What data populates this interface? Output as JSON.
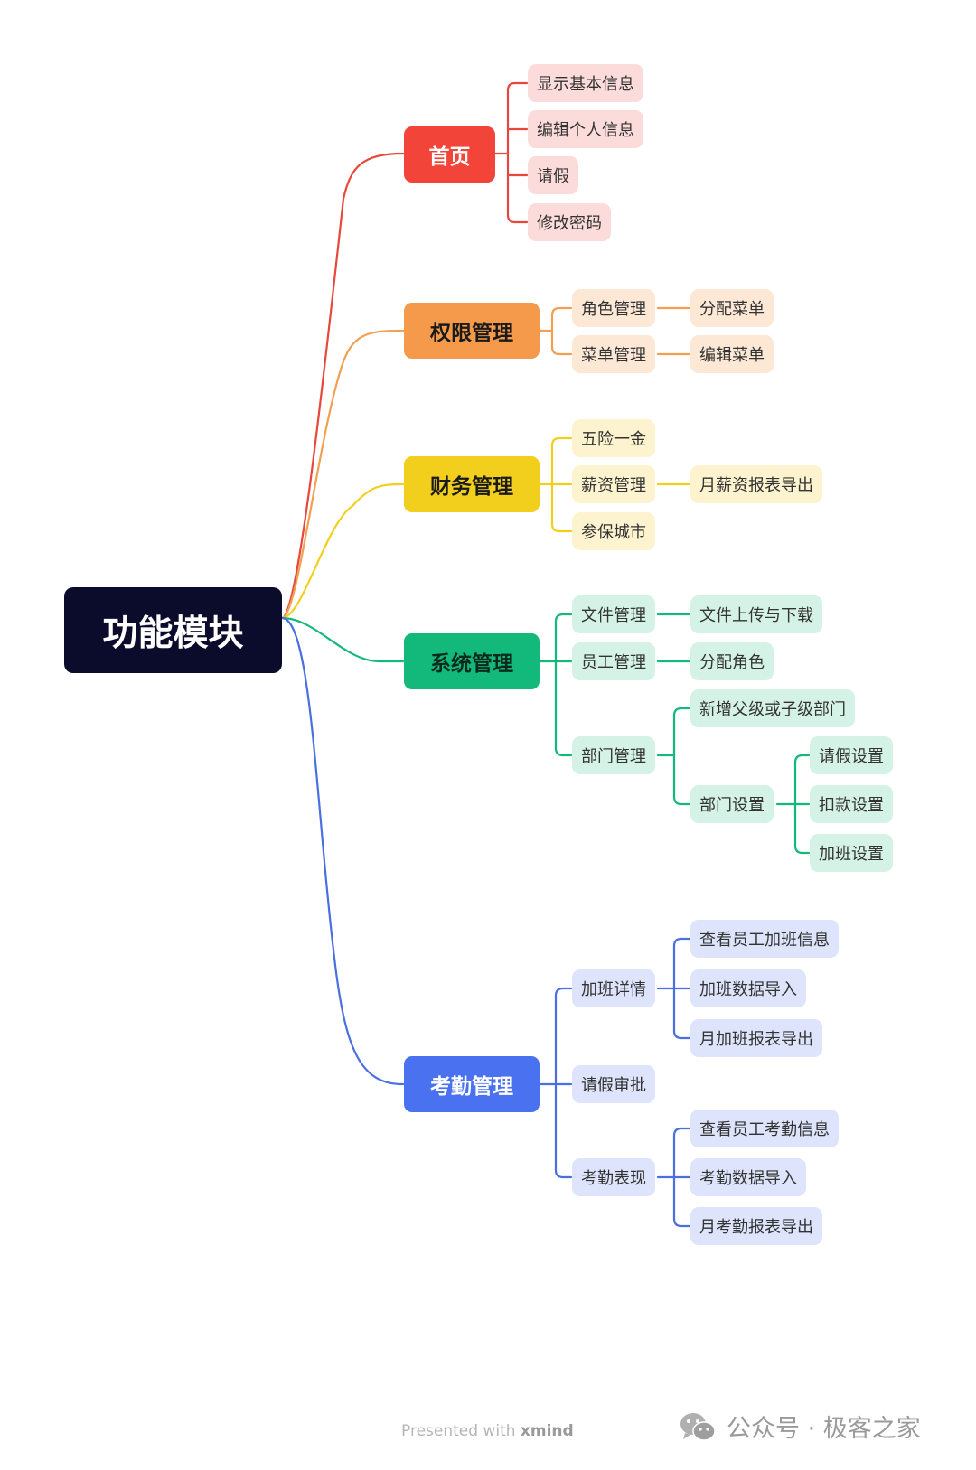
{
  "root": "功能模块",
  "branches": {
    "home": {
      "label": "首页",
      "items": [
        "显示基本信息",
        "编辑个人信息",
        "请假",
        "修改密码"
      ]
    },
    "permission": {
      "label": "权限管理",
      "role": "角色管理",
      "role_child": "分配菜单",
      "menu": "菜单管理",
      "menu_child": "编辑菜单"
    },
    "finance": {
      "label": "财务管理",
      "insurance": "五险一金",
      "salary": "薪资管理",
      "salary_child": "月薪资报表导出",
      "city": "参保城市"
    },
    "system": {
      "label": "系统管理",
      "file": "文件管理",
      "file_child": "文件上传与下载",
      "staff": "员工管理",
      "staff_child": "分配角色",
      "dept": "部门管理",
      "dept_add": "新增父级或子级部门",
      "dept_setting": "部门设置",
      "settings": [
        "请假设置",
        "扣款设置",
        "加班设置"
      ]
    },
    "attendance": {
      "label": "考勤管理",
      "overtime": "加班详情",
      "overtime_items": [
        "查看员工加班信息",
        "加班数据导入",
        "月加班报表导出"
      ],
      "leave_approval": "请假审批",
      "performance": "考勤表现",
      "performance_items": [
        "查看员工考勤信息",
        "考勤数据导入",
        "月考勤报表导出"
      ]
    }
  },
  "colors": {
    "home": "#e8473b",
    "permission": "#f0a050",
    "finance": "#f2cf1d",
    "system": "#13b97a",
    "attendance": "#4a6fe0"
  },
  "footer": {
    "presented_prefix": "Presented with",
    "presented_brand": "xmind",
    "wechat_icon": "wechat-icon",
    "account": "公众号 · 极客之家"
  }
}
